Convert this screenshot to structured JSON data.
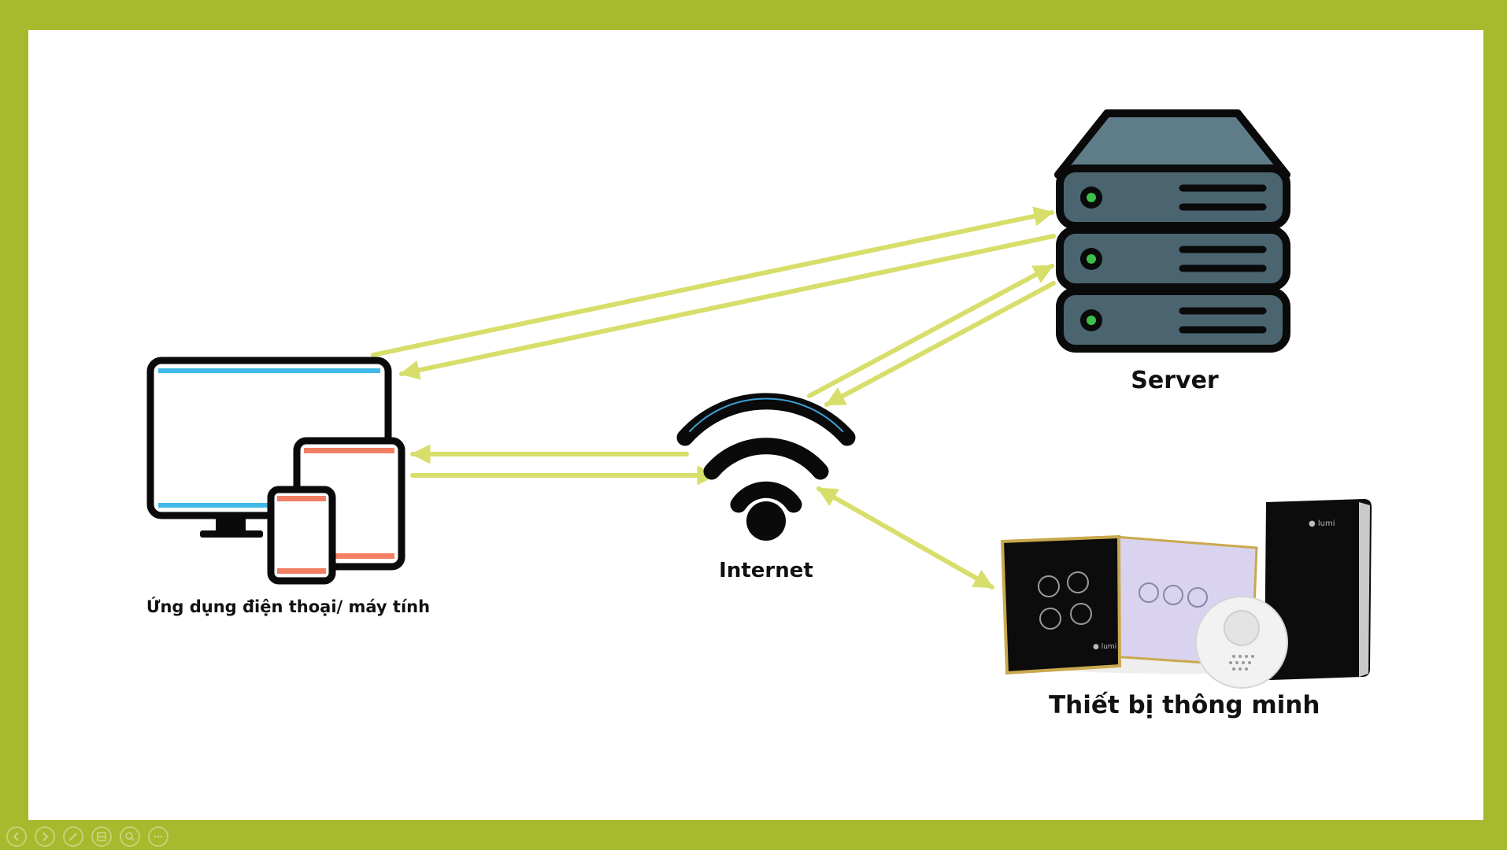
{
  "diagram": {
    "nodes": {
      "app": {
        "label": "Ứng dụng điện thoại/ máy tính",
        "icon": "devices-icon"
      },
      "internet": {
        "label": "Internet",
        "icon": "wifi-icon"
      },
      "server": {
        "label": "Server",
        "icon": "server-rack-icon"
      },
      "smart_devices": {
        "label": "Thiết bị thông minh",
        "icon": "smart-devices-icon"
      }
    },
    "edges": [
      {
        "from": "app",
        "to": "server"
      },
      {
        "from": "server",
        "to": "app"
      },
      {
        "from": "app",
        "to": "internet"
      },
      {
        "from": "internet",
        "to": "app"
      },
      {
        "from": "internet",
        "to": "server"
      },
      {
        "from": "server",
        "to": "internet"
      },
      {
        "from": "internet",
        "to": "smart_devices"
      },
      {
        "from": "smart_devices",
        "to": "internet"
      }
    ]
  },
  "colors": {
    "frame": "#a7b92c",
    "arrow": "#d7de6a",
    "server_body": "#506a75",
    "server_led": "#3cc04a",
    "monitor_stripe": "#40b8e8",
    "tablet_stripe": "#f27f64"
  },
  "toolbar": {
    "buttons": [
      "prev-icon",
      "next-icon",
      "pen-icon",
      "slides-icon",
      "zoom-icon",
      "more-icon"
    ]
  }
}
